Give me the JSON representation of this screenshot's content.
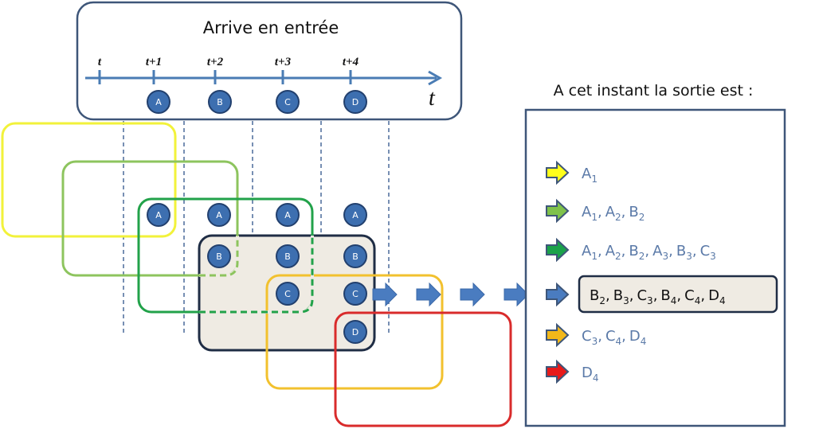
{
  "input_panel": {
    "title": "Arrive en entrée",
    "axis_name": "t",
    "ticks": [
      "t",
      "t+1",
      "t+2",
      "t+3",
      "t+4"
    ],
    "arrivals": [
      {
        "label": "A",
        "tick": "t+1"
      },
      {
        "label": "B",
        "tick": "t+2"
      },
      {
        "label": "C",
        "tick": "t+3"
      },
      {
        "label": "D",
        "tick": "t+4"
      }
    ]
  },
  "windows": [
    {
      "name": "window-1",
      "color": "#f2f23a",
      "dashed_part": false
    },
    {
      "name": "window-2",
      "color": "#8dc45e",
      "dashed_part": true
    },
    {
      "name": "window-3",
      "color": "#22a24a",
      "dashed_part": true
    },
    {
      "name": "window-4",
      "color": "#1f2d45",
      "fill": "#efebe3",
      "highlighted": true
    },
    {
      "name": "window-5",
      "color": "#f2c12e",
      "dashed_part": false
    },
    {
      "name": "window-6",
      "color": "#d92b2b",
      "dashed_part": false
    }
  ],
  "buffer_columns": [
    {
      "column": "t+1",
      "nodes": [
        "A"
      ]
    },
    {
      "column": "t+2",
      "nodes": [
        "A",
        "B"
      ]
    },
    {
      "column": "t+3",
      "nodes": [
        "A",
        "B",
        "C"
      ]
    },
    {
      "column": "t+4",
      "nodes": [
        "A",
        "B",
        "C",
        "D"
      ]
    }
  ],
  "output_panel": {
    "heading": "A cet instant la sortie est :",
    "rows": [
      {
        "arrow_color": "#ffff1a",
        "items": [
          [
            "A",
            "1"
          ]
        ],
        "highlighted": false
      },
      {
        "arrow_color": "#7fc24a",
        "items": [
          [
            "A",
            "1"
          ],
          [
            "A",
            "2"
          ],
          [
            "B",
            "2"
          ]
        ],
        "highlighted": false
      },
      {
        "arrow_color": "#1aa24a",
        "items": [
          [
            "A",
            "1"
          ],
          [
            "A",
            "2"
          ],
          [
            "B",
            "2"
          ],
          [
            "A",
            "3"
          ],
          [
            "B",
            "3"
          ],
          [
            "C",
            "3"
          ]
        ],
        "highlighted": false
      },
      {
        "arrow_color": "#4a7cc0",
        "items": [
          [
            "B",
            "2"
          ],
          [
            "B",
            "3"
          ],
          [
            "C",
            "3"
          ],
          [
            "B",
            "4"
          ],
          [
            "C",
            "4"
          ],
          [
            "D",
            "4"
          ]
        ],
        "highlighted": true
      },
      {
        "arrow_color": "#f2b81a",
        "items": [
          [
            "C",
            "3"
          ],
          [
            "C",
            "4"
          ],
          [
            "D",
            "4"
          ]
        ],
        "highlighted": false
      },
      {
        "arrow_color": "#e81a1a",
        "items": [
          [
            "D",
            "4"
          ]
        ],
        "highlighted": false
      }
    ]
  },
  "colors": {
    "node_fill": "#3d6fb0",
    "node_stroke": "#22406e",
    "axis": "#4a7cb4",
    "panel_border": "#3e5679",
    "dashed_guide": "#4a6a9a",
    "flow_arrow": "#4a7cc0"
  }
}
